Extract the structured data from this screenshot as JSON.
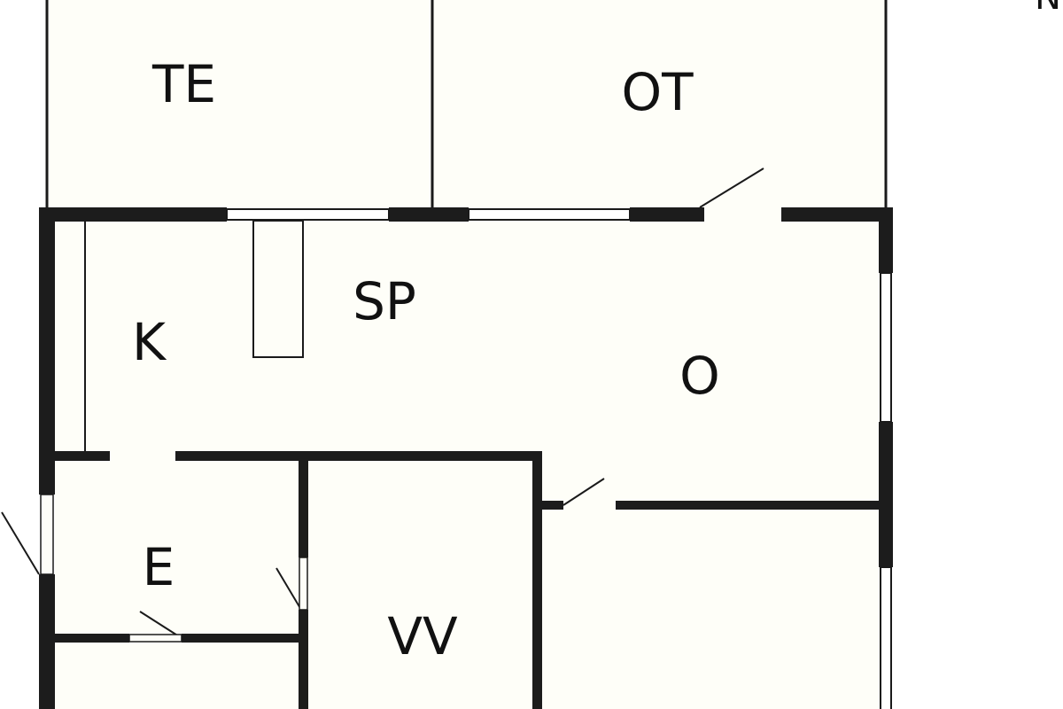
{
  "rooms": {
    "te": "TE",
    "ot": "OT",
    "sp": "SP",
    "k": "K",
    "o": "O",
    "e": "E",
    "vv": "VV"
  },
  "compass": {
    "label": "N"
  },
  "colors": {
    "floor_fill": "#fefef8",
    "wall": "#1c1c1c",
    "line": "#1a1a1a",
    "background": "#ffffff"
  }
}
